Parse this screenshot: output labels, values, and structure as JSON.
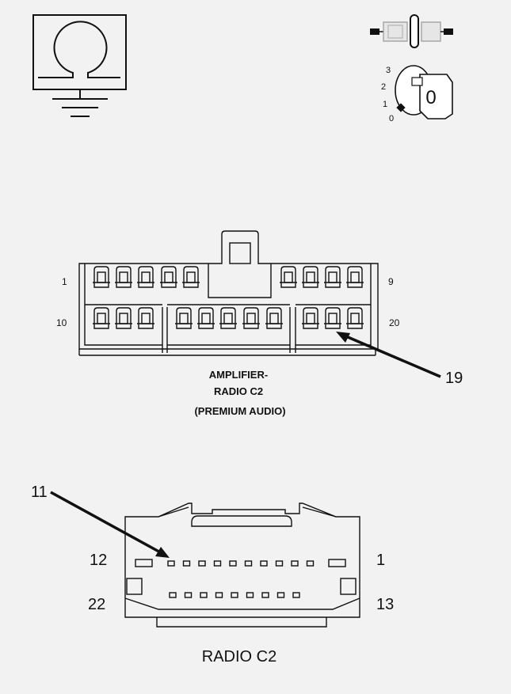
{
  "legend": {
    "ground_symbol": "omega-ground-icon",
    "connector_symbol": "inline-connector-icon",
    "ignition_symbol": "ignition-key-icon",
    "ignition_positions": [
      "3",
      "2",
      "1",
      "0"
    ],
    "key_label": "0"
  },
  "amplifier_connector": {
    "caption_lines": [
      "AMPLIFIER-",
      "RADIO C2",
      "(PREMIUM AUDIO)"
    ],
    "pin_labels": {
      "top_left": "1",
      "top_right": "9",
      "bottom_left": "10",
      "bottom_right": "20"
    },
    "callout": "19",
    "top_row_cavities": 9,
    "bottom_row_cavities": 11
  },
  "radio_connector": {
    "caption": "RADIO C2",
    "pin_labels": {
      "top_left": "12",
      "top_right": "1",
      "bottom_left": "22",
      "bottom_right": "13"
    },
    "callout": "11",
    "top_row_pins": 10,
    "bottom_row_pins": 9
  }
}
